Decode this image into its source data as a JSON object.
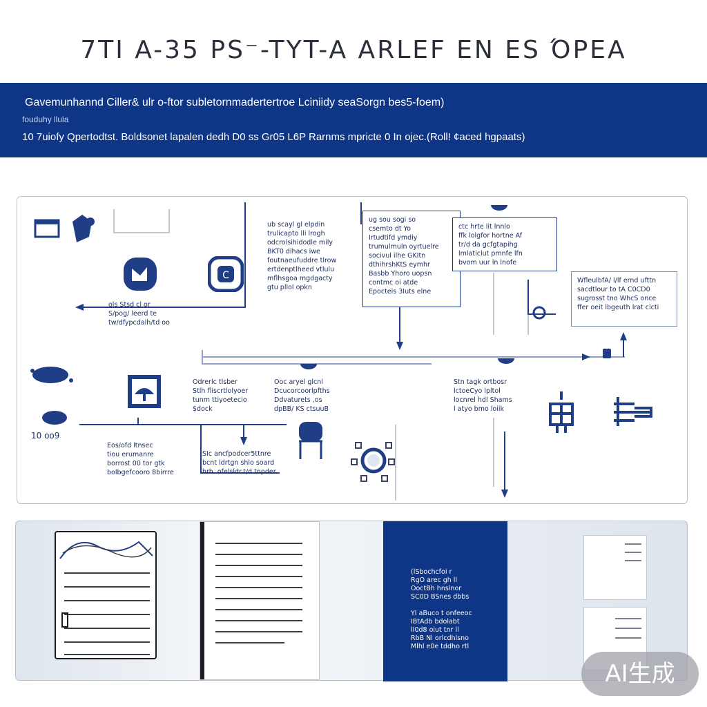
{
  "header": {
    "title": "7TI A-35 PS⁻-TYT-A ARLEF  EN ES ΌPEA"
  },
  "band": {
    "line1": "Gavemunhannd Ciller& ulr  o-ftor subletornmadertertroe Lciniidy seaSorgn bes5-foem)",
    "line2": "fouduhy llula",
    "line3": "10 7uiofy Qpertodtst. Boldsonet lapalen dedh D0 ss Gr05 L6P  Rarnms mpricte 0 In ojec.(Roll! ¢aced hgpaats)"
  },
  "diagram": {
    "notes": {
      "n1": "ub scayl gl elpdin\ntrulicapto lli lrogh\nodcrolsihidodle mily\nBKT0 dlhacs iwe\nfoutnaeufuddre tlrow\nertdenptlheed vtlulu\nmflhsgoa mgdgacty\ngtu pllol opkn",
      "n2": "ols Stsd cl or\nS/pog/ leerd te\ntw/dfypcdalh/td oo",
      "n3": "ug sou sogi so\ncsemto dt Yo\nIrtudtifd ymdiy\ntrumulmuln oyrtuelre\nsocivul ilhe GKItn\ndthihrshKtS eymhr\nBasbb Yhoro uopsn\ncontmc oi atde\nEpocteis 3Iuts elne",
      "n4": "ctc hrte lit lnnlo\nffk lolgfor hortne Af\ntr/d da gcfgtapihg\nlmlaticlut pmnfe lfn\nbvom uur ln lnofe",
      "n5": "WfleulbfA/ l/lf ernd ufttn\nsacdtlour to tA C0CD0\nsugrosst tno WhcS once\nffer oeit lbgeuth lrat clcti",
      "n6": "Odrerlc tlsber\nStlh fliscrtlolyoer\ntunm ttiyoetecio\n$dock",
      "n7": "Ooc aryel glcnl\nDcucorcoorlpfths\nDdvaturets ,os\ndpBB/ KS ctsuuB",
      "n8": "Stn tagk ortbosr\nlctoeCyo lpltol\nlocnrel hdl Shams\nl atyo bmo loiik",
      "n9": "Eos/ofd ltnsec\ntiou erumanre\nborrost 00 tor gtk\nbolbgefcooro 8birrre",
      "n10": "SIc ancfpodcer5ttnre\nbcnt ldrtgn shlo soard\nhrh. ofelsldr.t/d tnpder",
      "n11": "10  oo9"
    },
    "icons": {
      "a": "monitor-icon",
      "b": "person-icon",
      "c": "folder-icon",
      "d": "shield-icon",
      "e": "tree-icon",
      "f": "lantern-icon",
      "g": "antenna-icon",
      "h": "chair-icon",
      "i": "gear-network-icon"
    }
  },
  "docs": {
    "blue_text": "(lSbochcfoi r\nRgO arec gh ll\nOoctBh hnslnor\nSC0D BSnes dbbs\n\nYI aBuco t onfeeoc\nIBtAdb  bdolabt\nlI0d8 oiut tnr ll\nRbB Nl  orlcdhlsno\nMlhl e0e tddho rtl"
  },
  "badge": {
    "label": "AI生成"
  },
  "colors": {
    "brand": "#0e3586",
    "ink": "#1a2b5c"
  }
}
